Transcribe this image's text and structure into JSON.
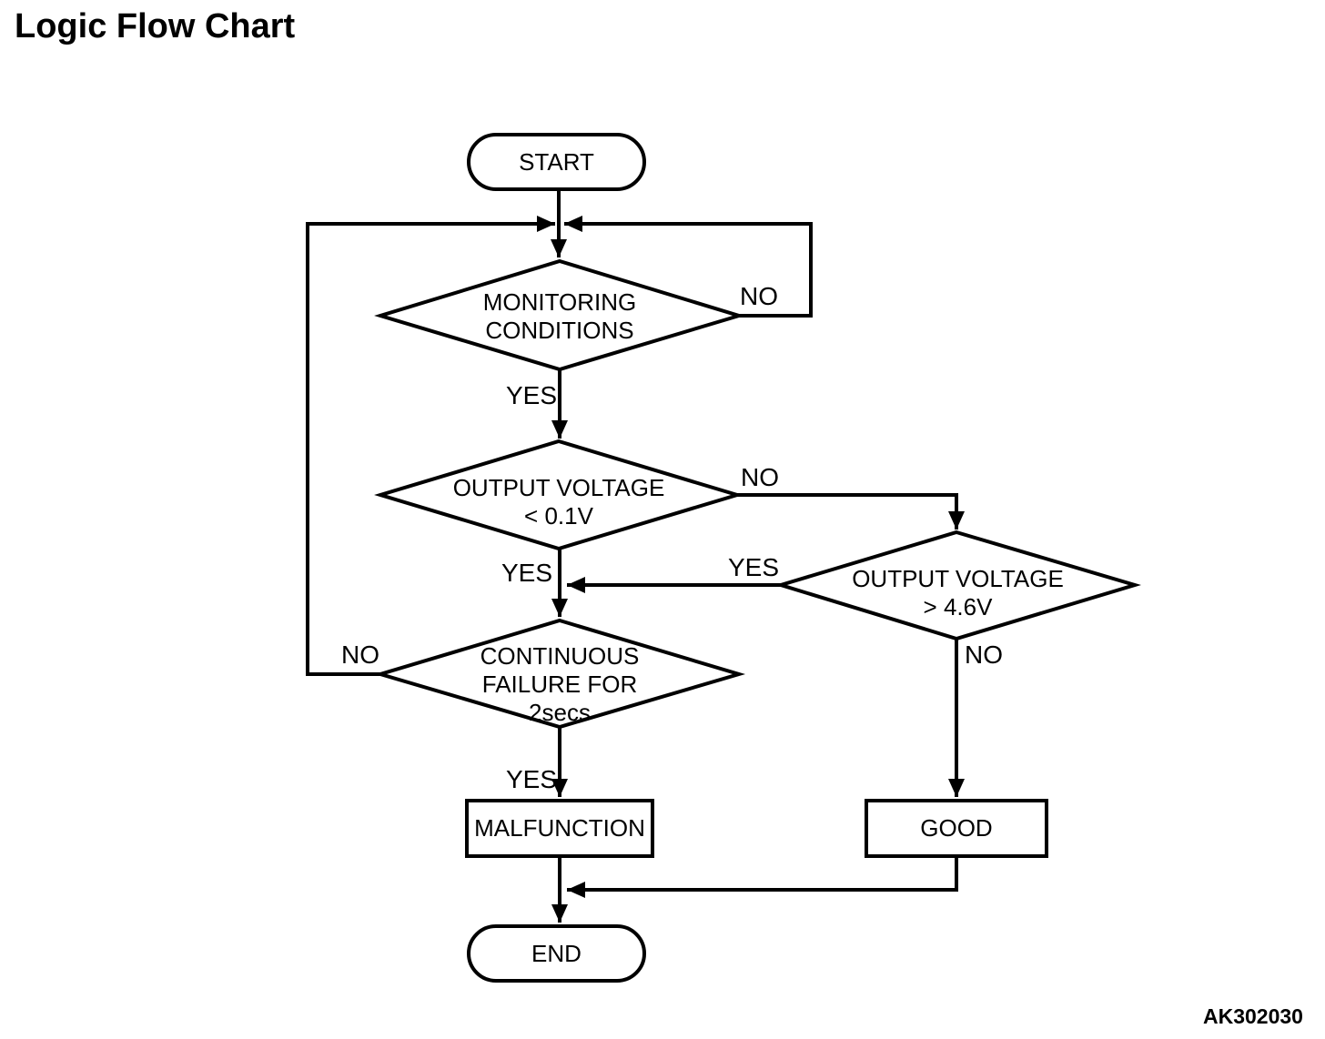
{
  "title": "Logic Flow Chart",
  "figure_code": "AK302030",
  "colors": {
    "stroke": "#000000",
    "background": "#ffffff"
  },
  "flowchart": {
    "nodes": {
      "start": {
        "type": "terminal",
        "label": "START"
      },
      "monitoring_conditions": {
        "type": "decision",
        "lines": [
          "MONITORING",
          "CONDITIONS"
        ]
      },
      "output_voltage_low": {
        "type": "decision",
        "lines": [
          "OUTPUT VOLTAGE",
          "< 0.1V"
        ]
      },
      "output_voltage_high": {
        "type": "decision",
        "lines": [
          "OUTPUT VOLTAGE",
          "> 4.6V"
        ]
      },
      "continuous_failure": {
        "type": "decision",
        "lines": [
          "CONTINUOUS",
          "FAILURE FOR",
          "2secs"
        ]
      },
      "malfunction": {
        "type": "process",
        "label": "MALFUNCTION"
      },
      "good": {
        "type": "process",
        "label": "GOOD"
      },
      "end": {
        "type": "terminal",
        "label": "END"
      }
    },
    "edge_labels": {
      "monitoring_yes": "YES",
      "monitoring_no": "NO",
      "output_low_yes": "YES",
      "output_low_no": "NO",
      "output_high_yes": "YES",
      "output_high_no": "NO",
      "continuous_yes": "YES",
      "continuous_no": "NO"
    }
  }
}
